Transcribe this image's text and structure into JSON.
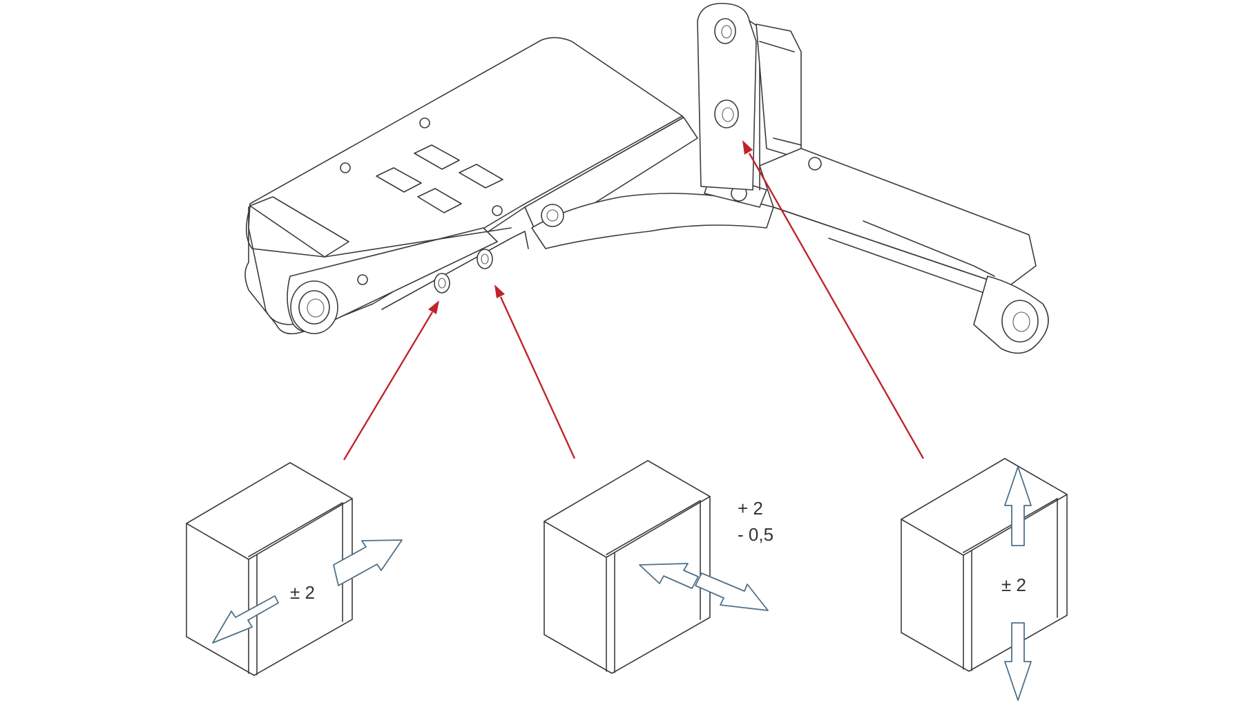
{
  "colors": {
    "line": "#3a3a3a",
    "pointer": "#c0232b",
    "adjust_arrow": "#4e6f86",
    "background": "#ffffff"
  },
  "adjustments": [
    {
      "id": "lateral",
      "label": "± 2"
    },
    {
      "id": "depth",
      "label_line1": "+ 2",
      "label_line2": "- 0,5"
    },
    {
      "id": "height",
      "label": "± 2"
    }
  ]
}
